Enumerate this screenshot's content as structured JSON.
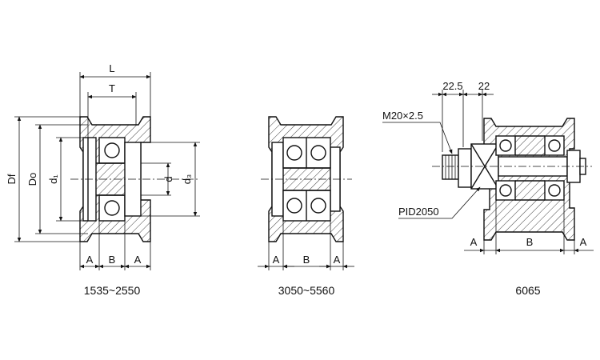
{
  "variants": [
    {
      "caption": "1535~2550",
      "labels": {
        "L": "L",
        "T": "T",
        "Df": "Df",
        "Do": "Do",
        "d1": "d₁",
        "d": "d",
        "d3": "d₃",
        "A_left": "A",
        "B": "B",
        "A_right": "A"
      }
    },
    {
      "caption": "3050~5560",
      "labels": {
        "A_left": "A",
        "B": "B",
        "A_right": "A"
      }
    },
    {
      "caption": "6065",
      "labels": {
        "dim_left": "22.5",
        "dim_right": "22",
        "thread": "M20×2.5",
        "part": "PID2050",
        "A_left": "A",
        "B": "B",
        "A_right": "A"
      }
    }
  ]
}
